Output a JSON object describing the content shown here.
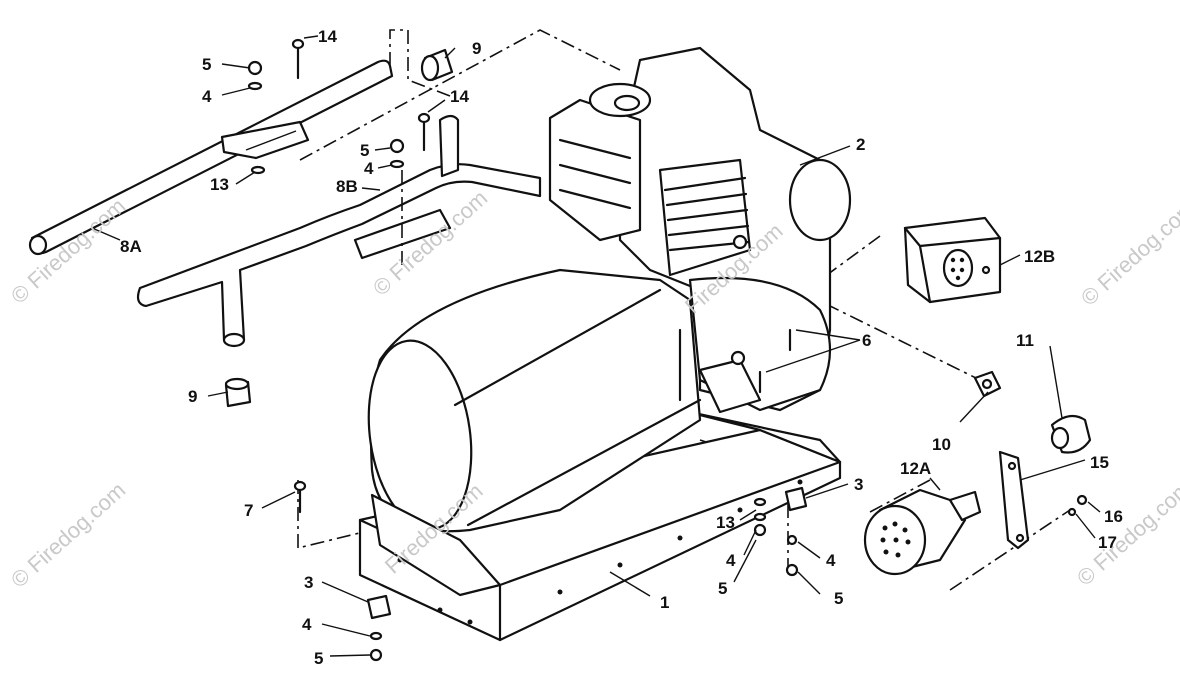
{
  "watermarks": {
    "center": "© Firedog.com",
    "center2": "Firedog.com",
    "left": "© Firedog.com",
    "left2": "© Firedog.com",
    "right": "© Firedog.com",
    "right2": "© Firedog.com",
    "bottom": "Firedog.com"
  },
  "callouts": {
    "c1": "1",
    "c2": "2",
    "c3a": "3",
    "c3b": "3",
    "c4a": "4",
    "c4b": "4",
    "c4c": "4",
    "c4d": "4",
    "c4e": "4",
    "c5a": "5",
    "c5b": "5",
    "c5c": "5",
    "c5d": "5",
    "c5e": "5",
    "c6": "6",
    "c7": "7",
    "c8a": "8A",
    "c8b": "8B",
    "c9a": "9",
    "c9b": "9",
    "c10": "10",
    "c11": "11",
    "c12a": "12A",
    "c12b": "12B",
    "c13a": "13",
    "c13b": "13",
    "c14a": "14",
    "c14b": "14",
    "c15": "15",
    "c16": "16",
    "c17": "17"
  }
}
